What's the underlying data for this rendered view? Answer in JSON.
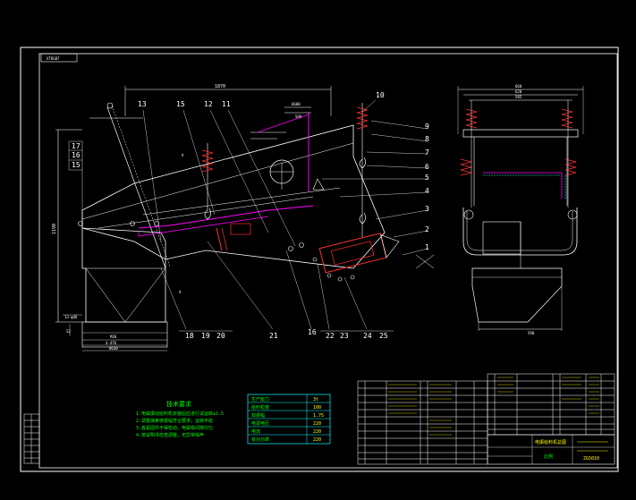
{
  "drawing_code": "XTDG87",
  "balloons_top": [
    "13",
    "15",
    "12",
    "11",
    "10"
  ],
  "balloons_right": [
    "9",
    "8",
    "7",
    "6",
    "5",
    "4",
    "3",
    "2",
    "1"
  ],
  "balloons_left": [
    "17",
    "16",
    "15"
  ],
  "balloons_bottom": [
    "18",
    "19",
    "20",
    "21",
    "16",
    "22",
    "23",
    "24",
    "25"
  ],
  "dimensions": {
    "top_total": "1870",
    "top_small_a": "6600",
    "top_small_b": "500",
    "left_height": "1190",
    "bottom_a": "M36",
    "bottom_b": "4-476",
    "bottom_c": "8630",
    "side_top_a": "660",
    "side_top_b": "620",
    "side_top_c": "585",
    "side_bottom": "590",
    "left_small": "13-φ46",
    "left_small_b": "5Z"
  },
  "view_marks": [
    "A",
    "A"
  ],
  "tech_req": {
    "title": "技术要求",
    "lines": [
      "1.电磁振动给料机安装后应进行试运转±1.5",
      "2.调整弹簧使振幅符合要求，运转平稳",
      "3.各紧固件不得松动，电磁铁间隙均匀",
      "4.按说明书检查调整，无异常噪声"
    ]
  },
  "params": {
    "rows": [
      {
        "name": "生产能力",
        "value": "3t"
      },
      {
        "name": "给料粒度",
        "value": "100"
      },
      {
        "name": "双振幅",
        "value": "1.75"
      },
      {
        "name": "电源电压",
        "value": "220"
      },
      {
        "name": "电流",
        "value": "220"
      },
      {
        "name": "有功功率",
        "value": "220"
      }
    ]
  },
  "title_block": {
    "title": "电振给料机总图",
    "code": "ZG5010",
    "small": "比例"
  }
}
